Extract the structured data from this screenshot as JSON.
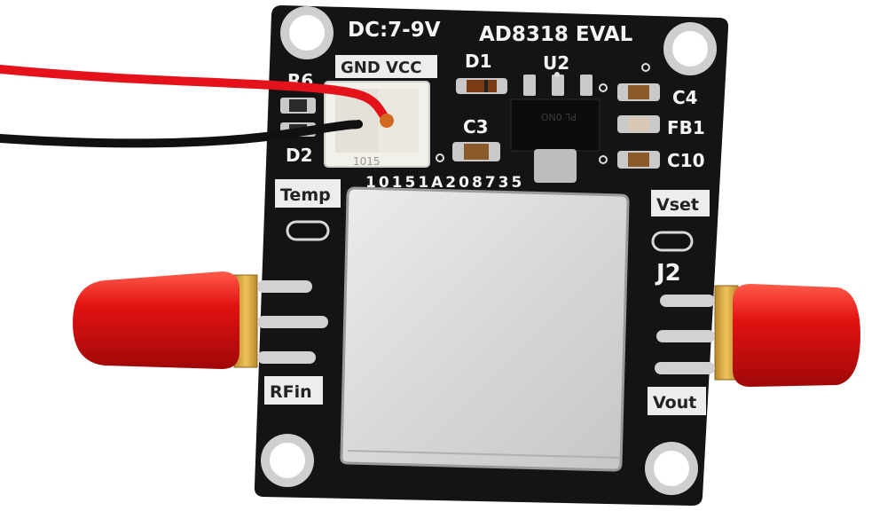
{
  "board": {
    "title_voltage": "DC:7-9V",
    "title_model": "AD8318 EVAL",
    "connector_label": "GND VCC",
    "serial": "10151A208735",
    "connector_print": "1015",
    "chip_marking": "PL 0NO",
    "labels": {
      "d1": "D1",
      "u2": "U2",
      "r6": "R6",
      "d2": "D2",
      "c3": "C3",
      "c4": "C4",
      "fb1": "FB1",
      "c10": "C10",
      "j2": "J2"
    },
    "pads": {
      "temp": "Temp",
      "vset": "Vset",
      "rfin": "RFin",
      "vout": "Vout"
    }
  },
  "colors": {
    "pcb": "#141414",
    "shield": "#dcdcda",
    "sma_cap": "#e01010",
    "brass": "#d9a53a",
    "wire_red": "#e3121b",
    "wire_black": "#111111"
  }
}
